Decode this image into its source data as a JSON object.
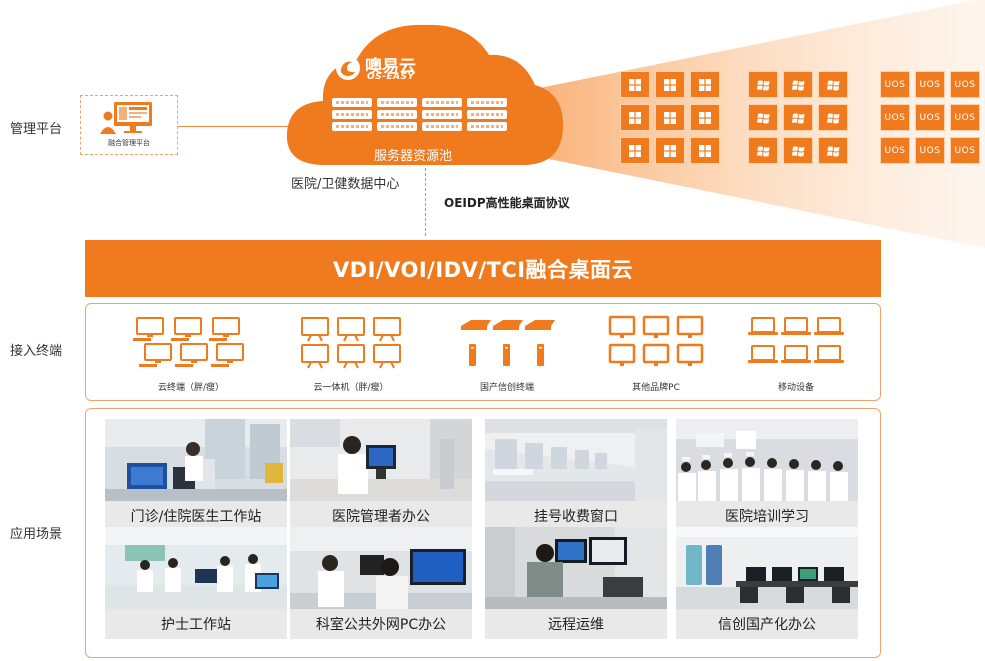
{
  "labels": {
    "management": "管理平台",
    "access": "接入终端",
    "scenarios": "应用场景"
  },
  "management_platform": {
    "caption": "融合管理平台",
    "icon": "admin-console-icon"
  },
  "cloud": {
    "brand": "噢易云",
    "brand_en": "OS-EASY",
    "pool_label": "服务器资源池",
    "server_count": 12
  },
  "data_center_label": "医院/卫健数据中心",
  "protocol_label": "OEIDP高性能桌面协议",
  "vm_groups": [
    {
      "name": "windows-group-1",
      "icon": "windows-icon",
      "count": 9
    },
    {
      "name": "windows-group-2",
      "icon": "windows-legacy-icon",
      "count": 9
    },
    {
      "name": "uos-group",
      "icon": "uos-text",
      "text": "UOS",
      "count": 9
    }
  ],
  "main_bar": "VDI/VOI/IDV/TCI融合桌面云",
  "terminals": [
    {
      "label": "云终端（胖/瘦）",
      "icon": "cloud-terminal-icon"
    },
    {
      "label": "云一体机（胖/瘦）",
      "icon": "all-in-one-icon"
    },
    {
      "label": "国产信创终端",
      "icon": "domestic-terminal-icon"
    },
    {
      "label": "其他品牌PC",
      "icon": "pc-monitor-icon"
    },
    {
      "label": "移动设备",
      "icon": "laptop-icon"
    }
  ],
  "scenarios": [
    {
      "caption": "门诊/住院医生工作站"
    },
    {
      "caption": "医院管理者办公"
    },
    {
      "caption": "挂号收费窗口"
    },
    {
      "caption": "医院培训学习"
    },
    {
      "caption": "护士工作站"
    },
    {
      "caption": "科室公共外网PC办公"
    },
    {
      "caption": "远程运维"
    },
    {
      "caption": "信创国产化办公"
    }
  ],
  "colors": {
    "accent": "#f07a1e",
    "accent_light": "#ffe7d4",
    "caption_bg": "#e9e9ea"
  }
}
